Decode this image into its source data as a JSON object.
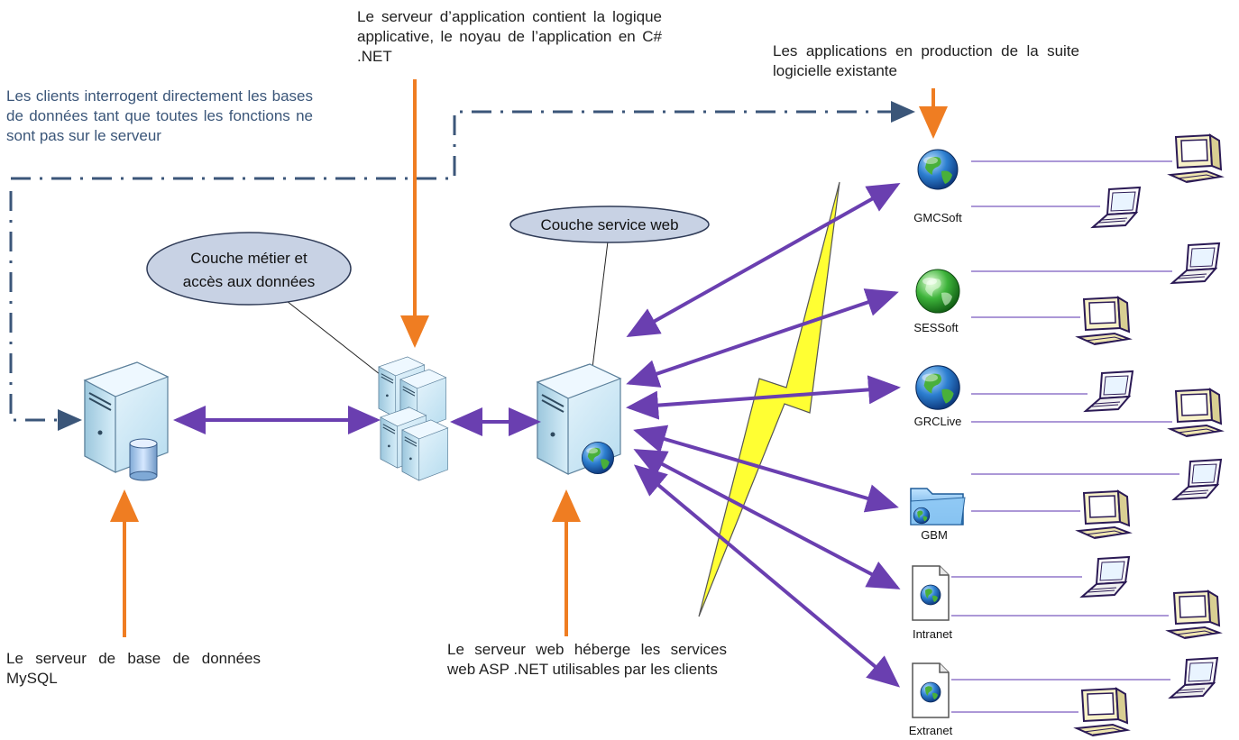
{
  "annotations": {
    "app_server_note": "Le serveur d’application contient la logique applicative, le noyau de l’application en C# .NET",
    "existing_apps_note": "Les applications en production de la suite logicielle existante",
    "clients_note": "Les clients interrogent directement les bases de données tant que toutes les fonctions ne sont pas sur le serveur",
    "db_server_note": "Le serveur de base de données MySQL",
    "web_server_note": "Le serveur web héberge les services web ASP .NET utilisables par les clients"
  },
  "bubbles": {
    "business_layer_line1": "Couche métier et",
    "business_layer_line2": "accès aux données",
    "web_service_layer": "Couche service web"
  },
  "applications": [
    {
      "label": "GMCSoft",
      "icon": "globe-icon"
    },
    {
      "label": "SESSoft",
      "icon": "green-globe-icon"
    },
    {
      "label": "GRCLive",
      "icon": "globe-icon"
    },
    {
      "label": "GBM",
      "icon": "folder-globe-icon"
    },
    {
      "label": "Intranet",
      "icon": "document-globe-icon"
    },
    {
      "label": "Extranet",
      "icon": "document-globe-icon"
    }
  ],
  "colors": {
    "purple_arrow": "#6a3fb0",
    "orange_arrow": "#ef7d22",
    "dashed_link": "#3b5679",
    "bubble_fill": "#c8d2e4",
    "bubble_stroke": "#2f3b57",
    "client_line": "#7a5bbf",
    "lightning": "#ffff33"
  }
}
